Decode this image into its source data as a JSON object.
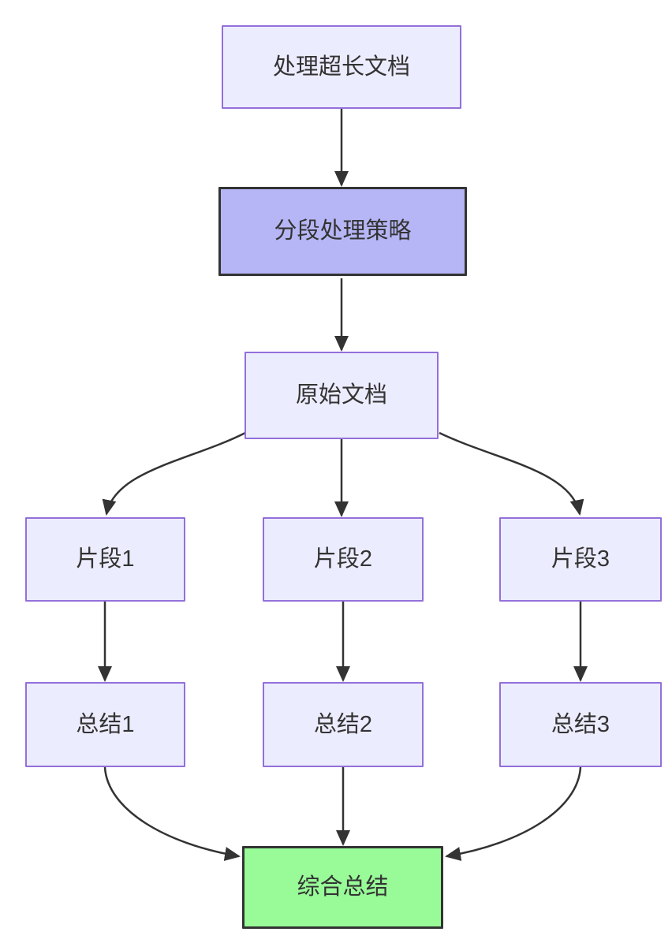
{
  "diagram": {
    "type": "flowchart",
    "direction": "top-down",
    "nodes": [
      {
        "id": "A",
        "label": "处理超长文档",
        "style": "default"
      },
      {
        "id": "B",
        "label": "分段处理策略",
        "style": "highlight"
      },
      {
        "id": "C",
        "label": "原始文档",
        "style": "default"
      },
      {
        "id": "D1",
        "label": "片段1",
        "style": "default"
      },
      {
        "id": "D2",
        "label": "片段2",
        "style": "default"
      },
      {
        "id": "D3",
        "label": "片段3",
        "style": "default"
      },
      {
        "id": "E1",
        "label": "总结1",
        "style": "default"
      },
      {
        "id": "E2",
        "label": "总结2",
        "style": "default"
      },
      {
        "id": "E3",
        "label": "总结3",
        "style": "default"
      },
      {
        "id": "F",
        "label": "综合总结",
        "style": "success"
      }
    ],
    "edges": [
      {
        "from": "处理超长文档",
        "to": "分段处理策略"
      },
      {
        "from": "分段处理策略",
        "to": "原始文档"
      },
      {
        "from": "原始文档",
        "to": "片段1"
      },
      {
        "from": "原始文档",
        "to": "片段2"
      },
      {
        "from": "原始文档",
        "to": "片段3"
      },
      {
        "from": "片段1",
        "to": "总结1"
      },
      {
        "from": "片段2",
        "to": "总结2"
      },
      {
        "from": "片段3",
        "to": "总结3"
      },
      {
        "from": "总结1",
        "to": "综合总结"
      },
      {
        "from": "总结2",
        "to": "综合总结"
      },
      {
        "from": "总结3",
        "to": "综合总结"
      }
    ]
  },
  "colors": {
    "background": "#FFFFFF",
    "node_fill": "#ECECFF",
    "node_border": "#9370DB",
    "highlight_fill": "#B6B6F6",
    "highlight_border": "#333333",
    "success_fill": "#98FB98",
    "success_border": "#333333",
    "edge": "#333333",
    "text": "#333333"
  }
}
